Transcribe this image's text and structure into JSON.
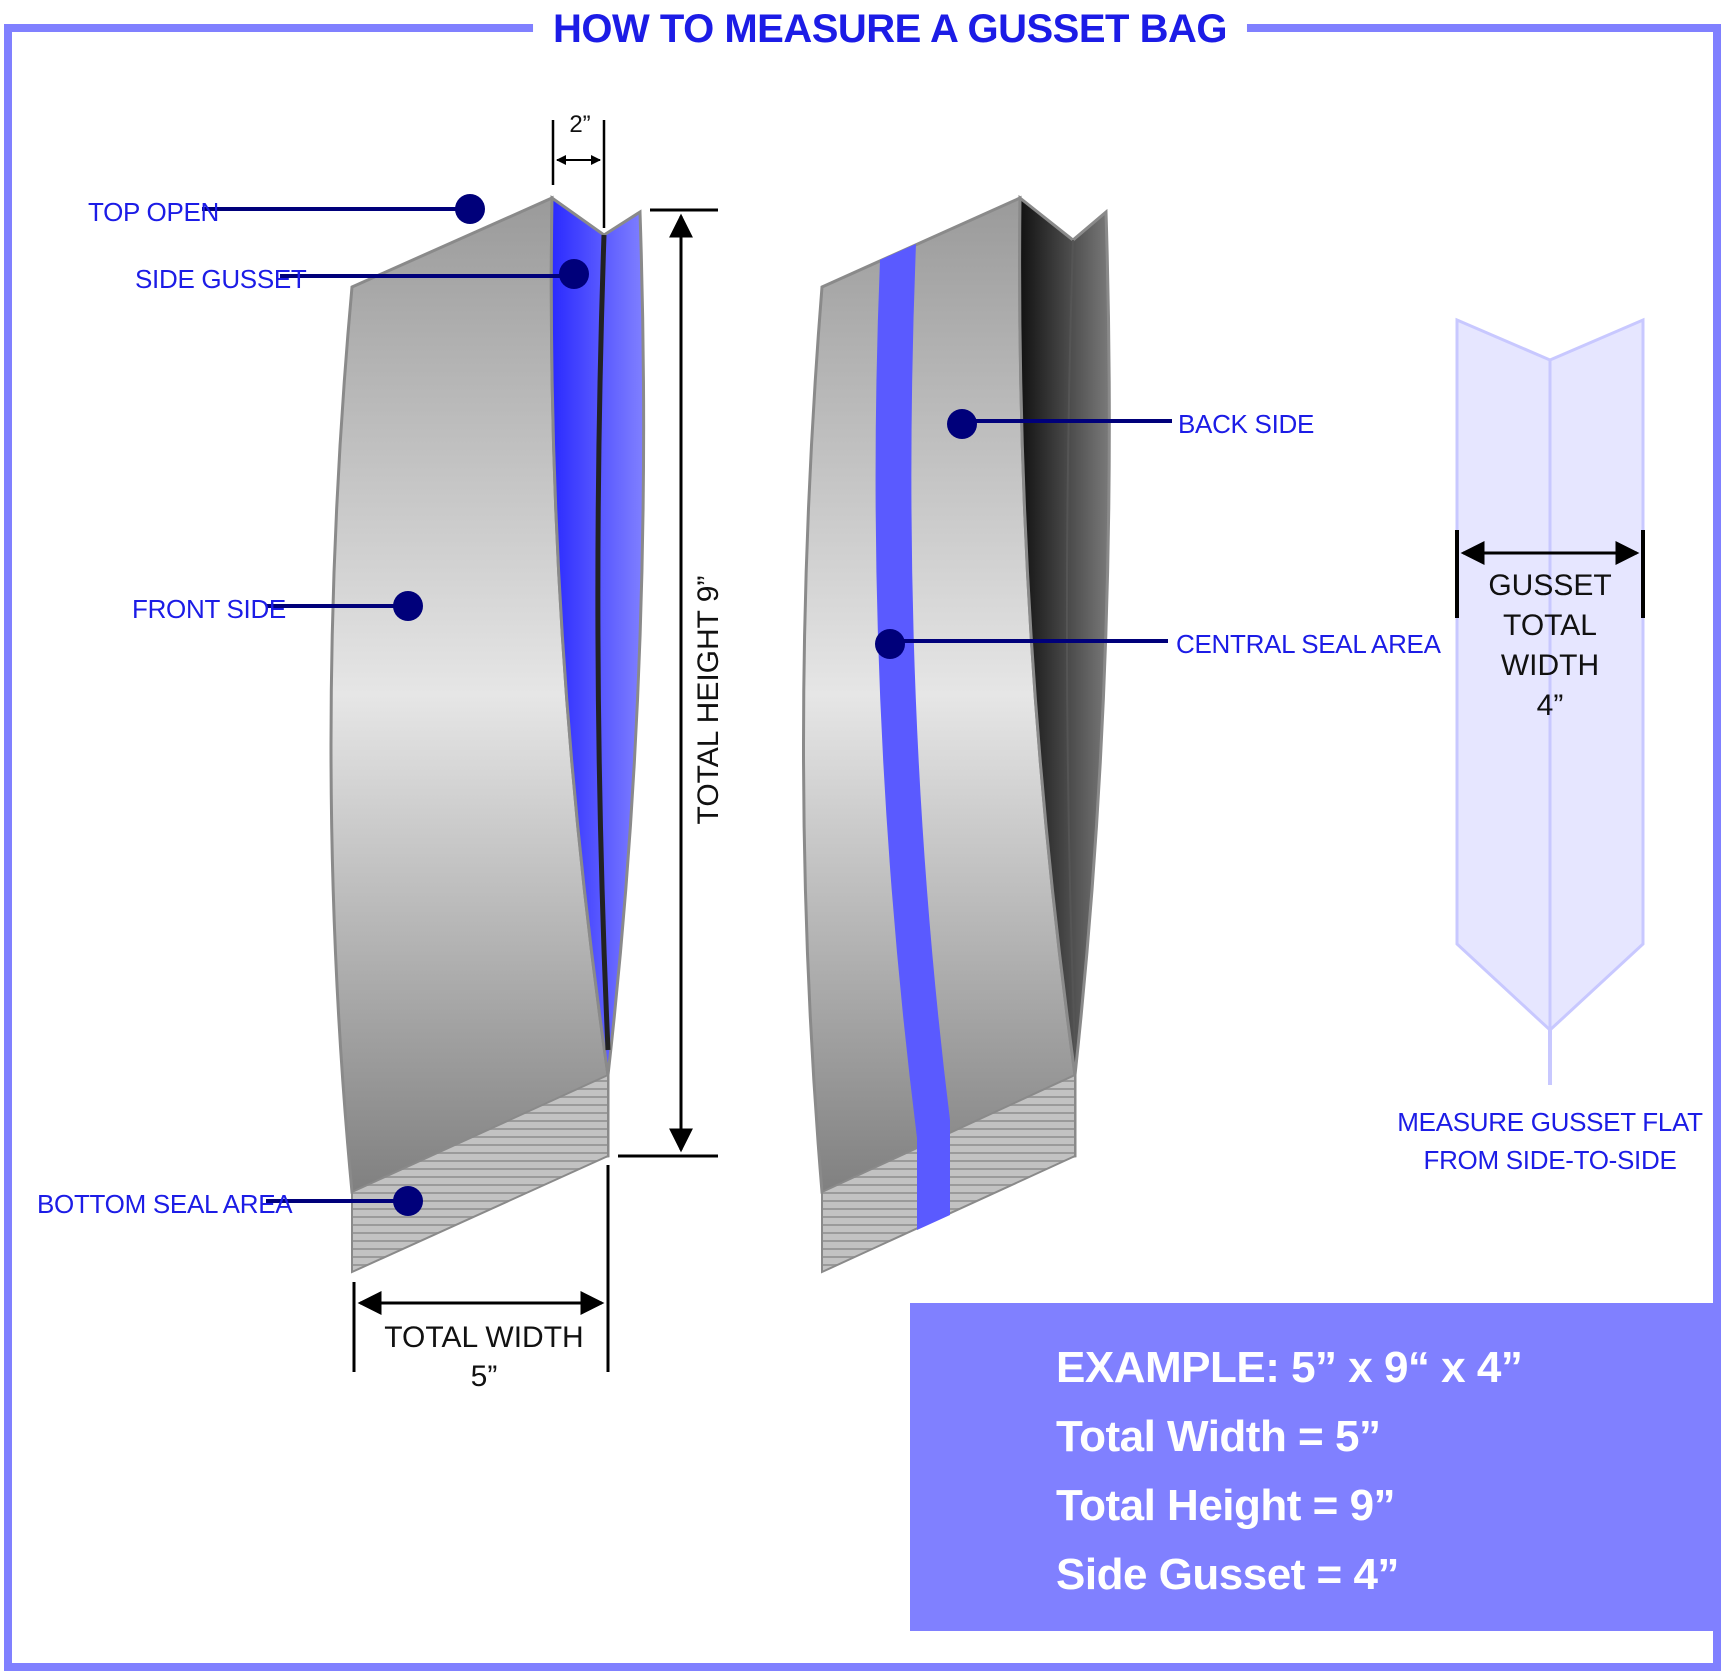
{
  "title": "HOW TO MEASURE A GUSSET BAG",
  "colors": {
    "frame": "#8080ff",
    "accent_blue": "#1c1ce6",
    "gusset_blue": "#2a2aff",
    "seal_blue": "#5a5aff",
    "dot_navy": "#00007a",
    "example_panel": "#8080ff",
    "flat_gusset": "#e6e6ff"
  },
  "callouts": {
    "top_open": "TOP OPEN",
    "side_gusset": "SIDE GUSSET",
    "front_side": "FRONT SIDE",
    "bottom_seal_area": "BOTTOM SEAL AREA",
    "back_side": "BACK SIDE",
    "central_seal_area": "CENTRAL SEAL AREA"
  },
  "dimensions": {
    "gusset_top": "2”",
    "total_height": "TOTAL HEIGHT 9”",
    "total_width_label": "TOTAL WIDTH",
    "total_width_value": "5”",
    "gusset_total_line1": "GUSSET",
    "gusset_total_line2": "TOTAL",
    "gusset_total_line3": "WIDTH",
    "gusset_total_value": "4”"
  },
  "flat_note": {
    "line1": "MEASURE GUSSET FLAT",
    "line2": "FROM SIDE-TO-SIDE"
  },
  "example": {
    "line1": "EXAMPLE: 5” x 9“ x 4”",
    "line2": "Total Width = 5”",
    "line3": "Total Height = 9”",
    "line4": "Side Gusset = 4”"
  }
}
